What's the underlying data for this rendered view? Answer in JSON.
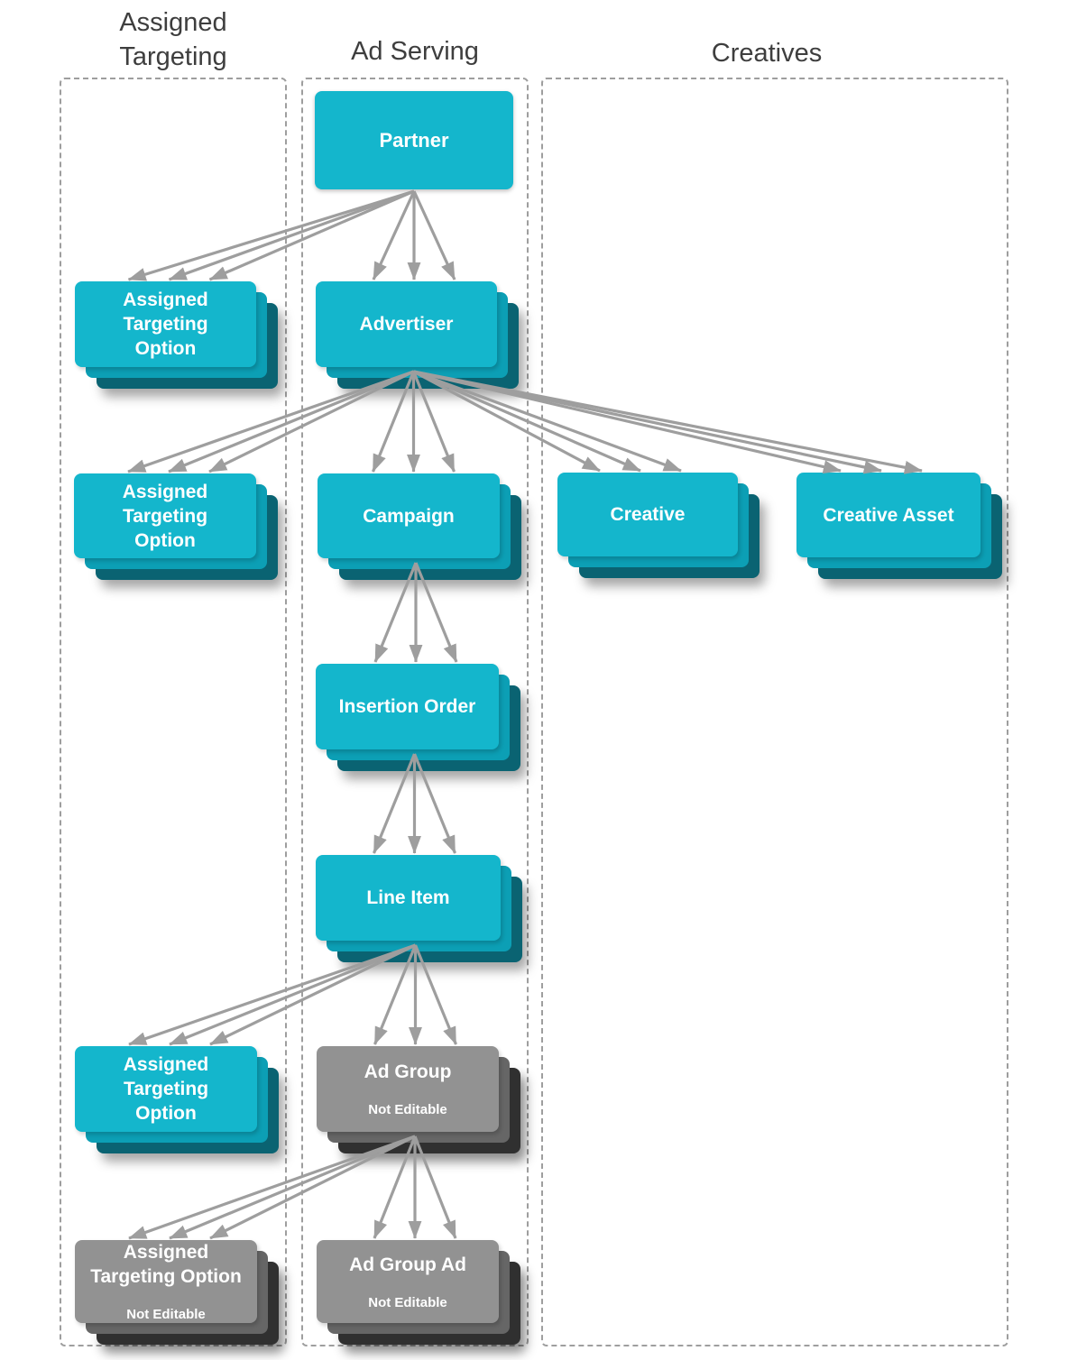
{
  "headers": {
    "assigned_targeting": "Assigned\nTargeting",
    "ad_serving": "Ad Serving",
    "creatives": "Creatives"
  },
  "nodes": {
    "partner": {
      "label": "Partner"
    },
    "ato_partner": {
      "label": "Assigned\nTargeting\nOption"
    },
    "advertiser": {
      "label": "Advertiser"
    },
    "ato_advertiser": {
      "label": "Assigned\nTargeting\nOption"
    },
    "campaign": {
      "label": "Campaign"
    },
    "creative": {
      "label": "Creative"
    },
    "creative_asset": {
      "label": "Creative Asset"
    },
    "insertion_order": {
      "label": "Insertion Order"
    },
    "line_item": {
      "label": "Line Item"
    },
    "ato_line_item": {
      "label": "Assigned\nTargeting\nOption"
    },
    "ad_group": {
      "label": "Ad Group",
      "sublabel": "Not Editable"
    },
    "ato_ad_group": {
      "label": "Assigned\nTargeting Option",
      "sublabel": "Not Editable"
    },
    "ad_group_ad": {
      "label": "Ad Group Ad",
      "sublabel": "Not Editable"
    }
  },
  "hierarchy": {
    "edges": [
      {
        "from": "partner",
        "to": "ato_partner"
      },
      {
        "from": "partner",
        "to": "advertiser"
      },
      {
        "from": "advertiser",
        "to": "ato_advertiser"
      },
      {
        "from": "advertiser",
        "to": "campaign"
      },
      {
        "from": "advertiser",
        "to": "creative"
      },
      {
        "from": "advertiser",
        "to": "creative_asset"
      },
      {
        "from": "campaign",
        "to": "insertion_order"
      },
      {
        "from": "insertion_order",
        "to": "line_item"
      },
      {
        "from": "line_item",
        "to": "ato_line_item"
      },
      {
        "from": "line_item",
        "to": "ad_group"
      },
      {
        "from": "ad_group",
        "to": "ato_ad_group"
      },
      {
        "from": "ad_group",
        "to": "ad_group_ad"
      }
    ]
  },
  "colors": {
    "teal_main": "#14B6CC",
    "teal_mid": "#0C9FB5",
    "teal_dark": "#0A6372",
    "gray_main": "#929292",
    "gray_mid": "#666666",
    "gray_dark": "#303030",
    "arrow": "#9E9E9E",
    "dashed_border": "#9E9E9E",
    "header_text": "#3E3E3E",
    "node_text": "#FFFFFF"
  }
}
